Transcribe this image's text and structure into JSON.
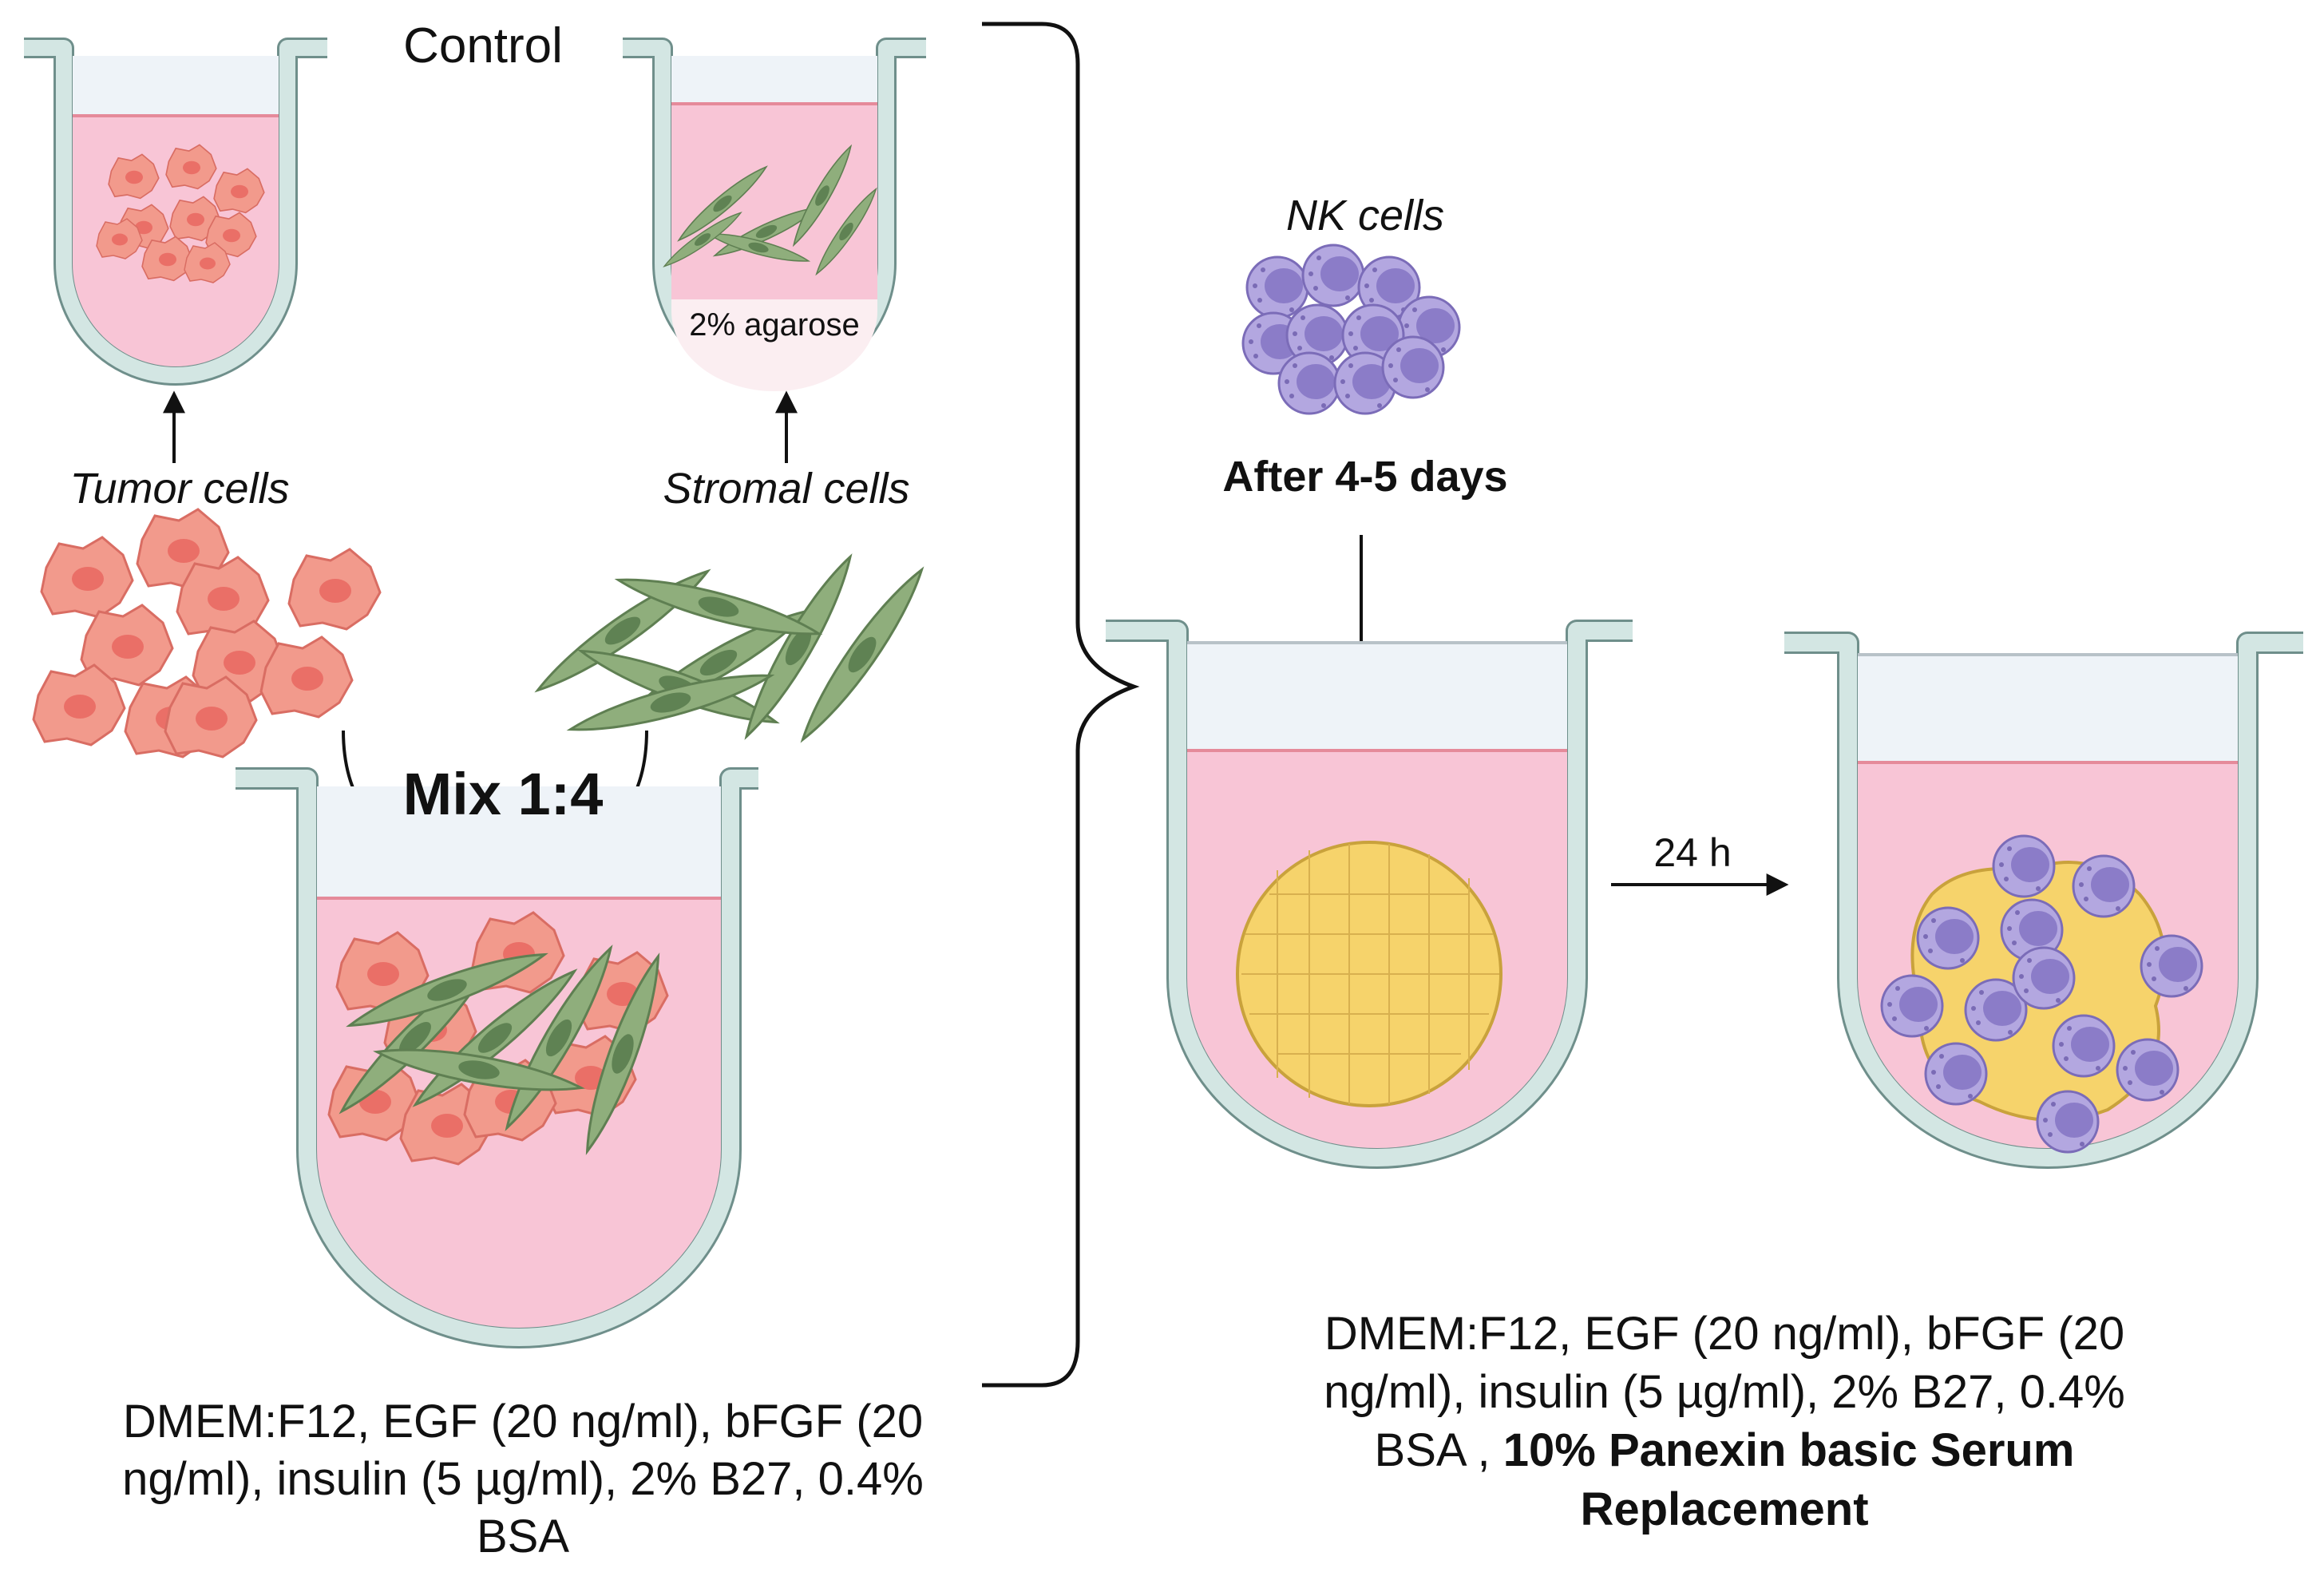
{
  "labels": {
    "control": "Control",
    "agarose": "2% agarose",
    "tumor_cells": "Tumor cells",
    "stromal_cells": "Stromal cells",
    "mix": "Mix 1:4",
    "nk_cells": "NK cells",
    "after_days": "After 4-5 days",
    "time_24h": "24 h"
  },
  "media_left": {
    "line1": "DMEM:F12, EGF (20 ng/ml), bFGF (20",
    "line2": "ng/ml), insulin (5 µg/ml), 2% B27, 0.4%",
    "line3": "BSA"
  },
  "media_right": {
    "line1": "DMEM:F12, EGF (20 ng/ml), bFGF (20",
    "line2": "ng/ml), insulin (5 µg/ml), 2% B27, 0.4%",
    "line3_plain": "BSA , ",
    "line3_bold": "10% Panexin basic  Serum",
    "line4_bold": "Replacement"
  },
  "colors": {
    "well_wall": "#d3e6e3",
    "well_stroke": "#6f8f8b",
    "medium_pink": "#f8c5d6",
    "air_blue": "#eef3f8",
    "tumor_cell": "#f29a8c",
    "tumor_nucleus": "#ea6f67",
    "stromal_cell": "#8fae7c",
    "stromal_nucleus": "#5f8253",
    "nk_cell": "#b3a7e0",
    "nk_nucleus": "#8b7cc8",
    "spheroid": "#f6d36b"
  }
}
